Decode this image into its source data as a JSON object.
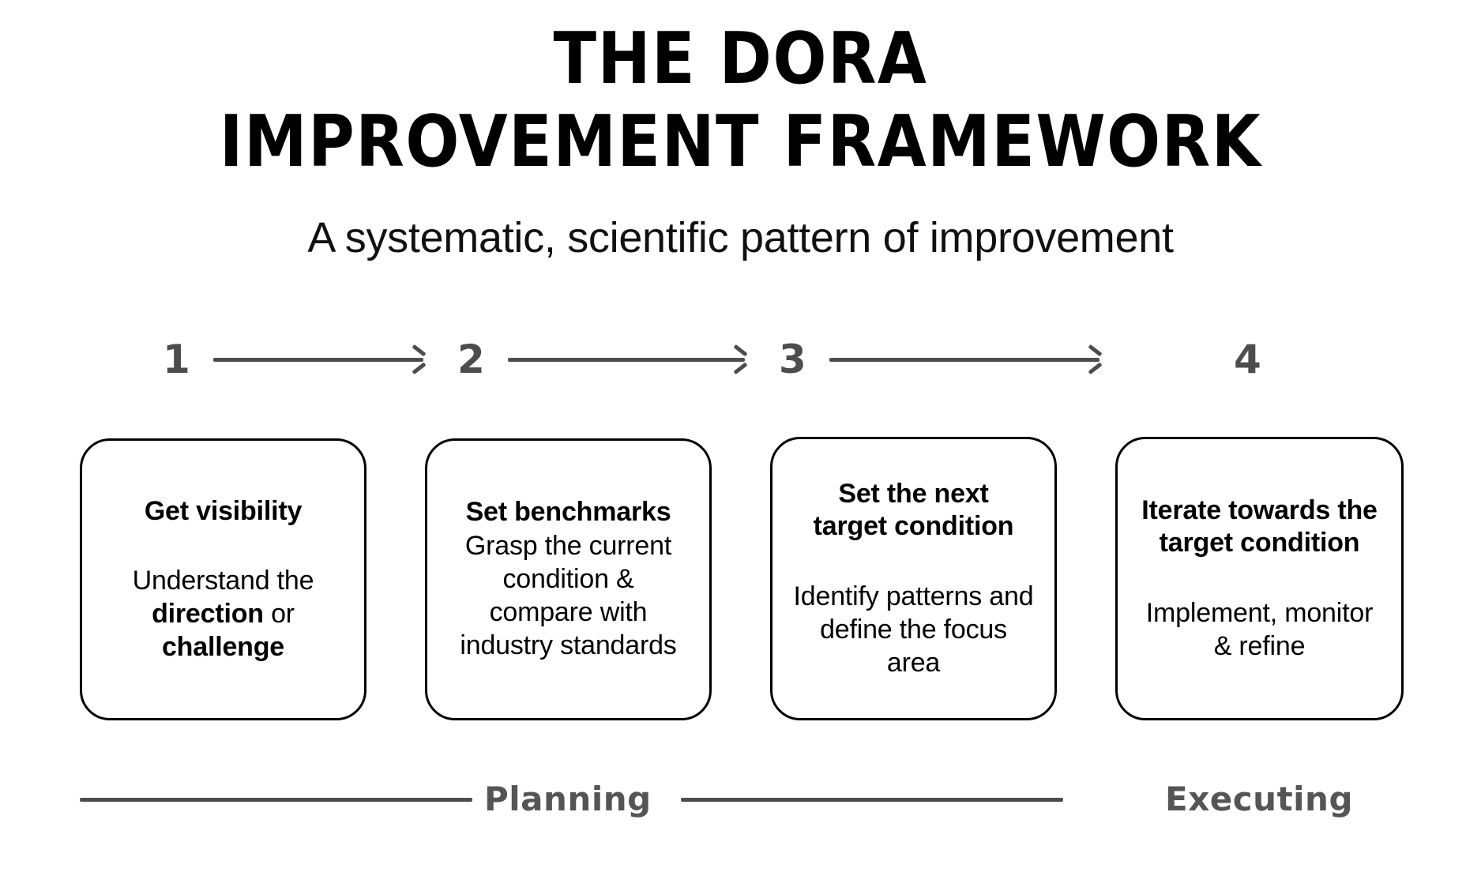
{
  "header": {
    "title_line1": "THE DORA",
    "title_line2": "IMPROVEMENT FRAMEWORK",
    "subtitle": "A systematic, scientific pattern of improvement"
  },
  "steps": [
    {
      "number": "1"
    },
    {
      "number": "2"
    },
    {
      "number": "3"
    },
    {
      "number": "4"
    }
  ],
  "cards": [
    {
      "title": "Get visibility",
      "body_prefix": "Understand the ",
      "body_bold1": "direction",
      "body_mid": " or ",
      "body_bold2": "challenge",
      "spacing": "large"
    },
    {
      "title": "Set benchmarks",
      "body": "Grasp the current condition & compare with industry standards",
      "spacing": "small"
    },
    {
      "title": "Set the next target condition",
      "body": "Identify patterns and define the focus area",
      "spacing": "large"
    },
    {
      "title": "Iterate towards the target condition",
      "body": "Implement, monitor & refine",
      "spacing": "large"
    }
  ],
  "phases": {
    "planning_label": "Planning",
    "executing_label": "Executing"
  },
  "colors": {
    "background": "#ffffff",
    "ink": "#000000",
    "gray": "#4d4d4d",
    "gray_label": "#555555"
  }
}
